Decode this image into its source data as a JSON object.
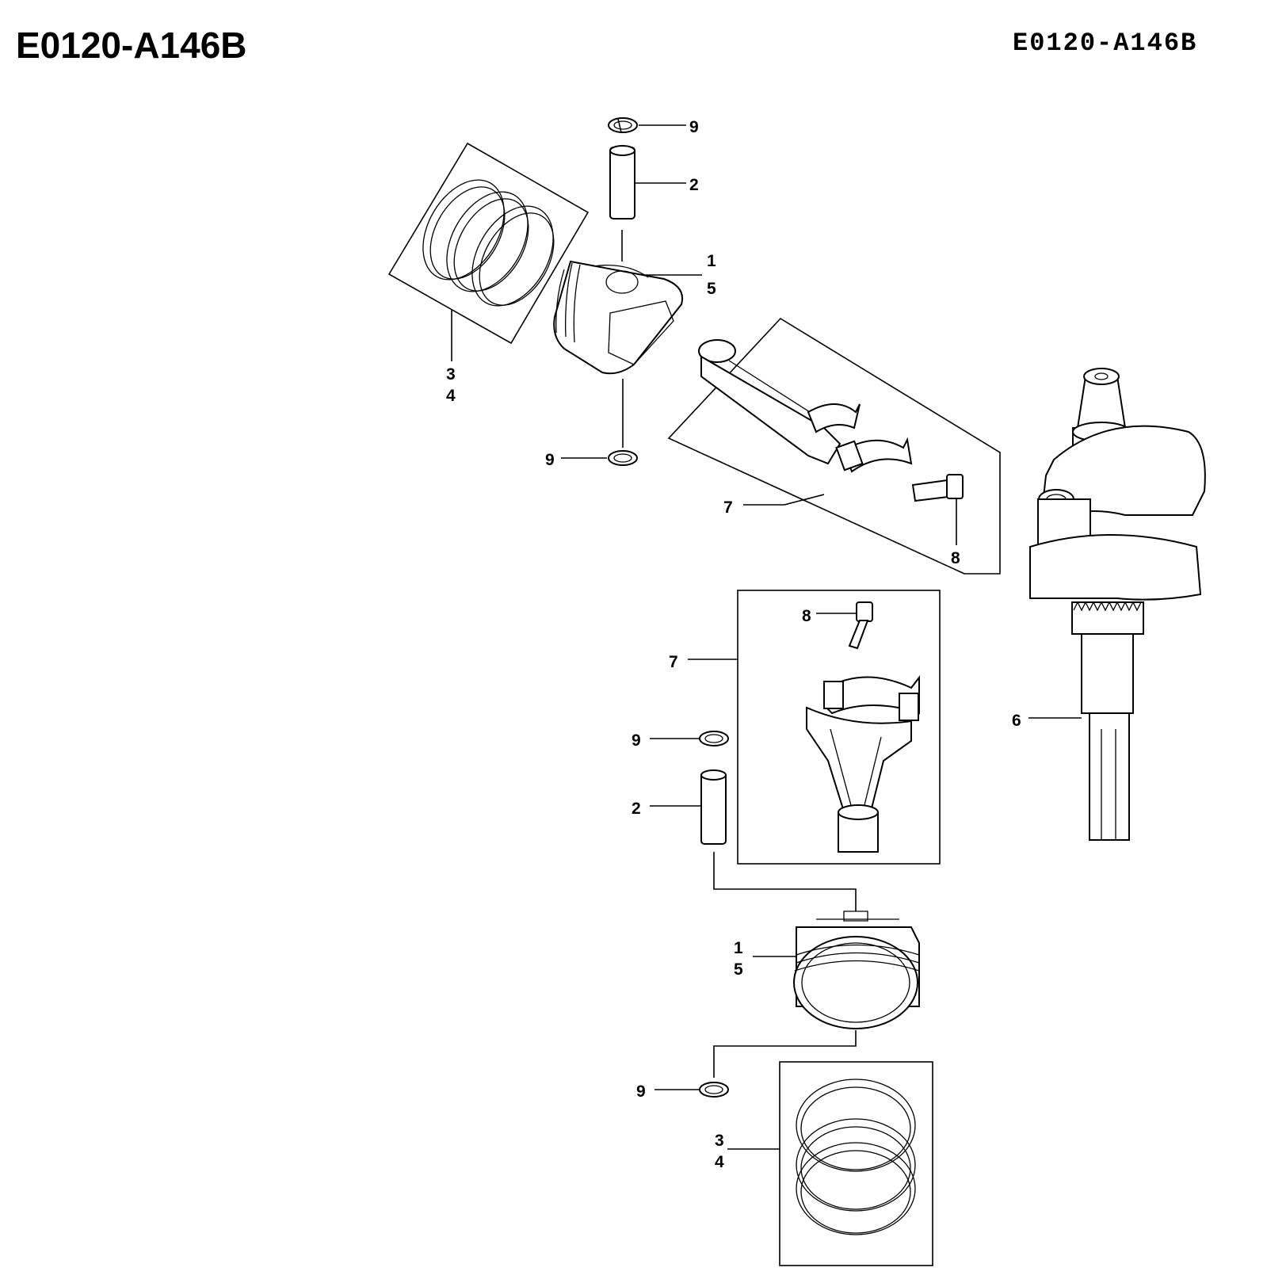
{
  "header": {
    "title_left": "E0120-A146B",
    "title_right": "E0120-A146B"
  },
  "callouts": {
    "c9_top": "9",
    "c2_top": "2",
    "c1_top": "1",
    "c5_top": "5",
    "c3_left": "3",
    "c4_left": "4",
    "c9_mid": "9",
    "c7_top": "7",
    "c8_top": "8",
    "c8_box": "8",
    "c7_box": "7",
    "c9_low": "9",
    "c2_low": "2",
    "c6": "6",
    "c1_low": "1",
    "c5_low": "5",
    "c9_bottom": "9",
    "c3_bottom": "3",
    "c4_bottom": "4"
  },
  "icons": [
    "circlip",
    "piston-pin",
    "piston-ring-set",
    "piston",
    "connecting-rod",
    "rod-bolt",
    "crankshaft"
  ],
  "colors": {
    "ink": "#000000",
    "paper": "#ffffff"
  }
}
